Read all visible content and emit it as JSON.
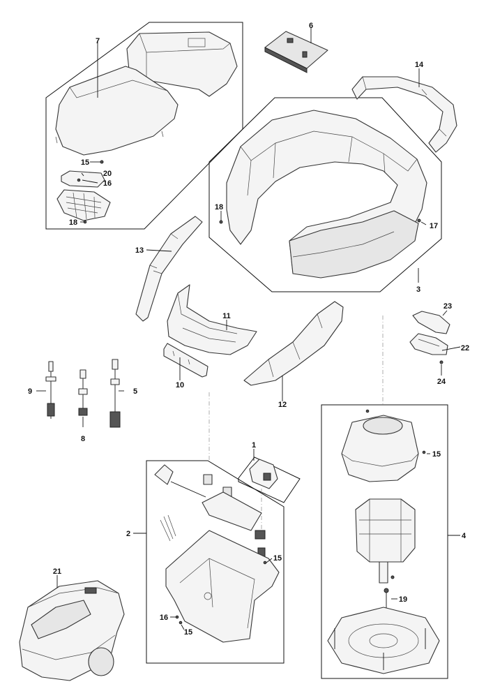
{
  "callouts": {
    "c1": "1",
    "c2": "2",
    "c3": "3",
    "c4": "4",
    "c5": "5",
    "c6": "6",
    "c7": "7",
    "c8": "8",
    "c9": "9",
    "c10": "10",
    "c11": "11",
    "c12": "12",
    "c13": "13",
    "c14": "14",
    "c15a": "15",
    "c15b": "15",
    "c15c": "15",
    "c15d": "15",
    "c16a": "16",
    "c16b": "16",
    "c17": "17",
    "c18a": "18",
    "c18b": "18",
    "c19": "19",
    "c20": "20",
    "c21": "21",
    "c22": "22",
    "c23": "23",
    "c24": "24"
  }
}
